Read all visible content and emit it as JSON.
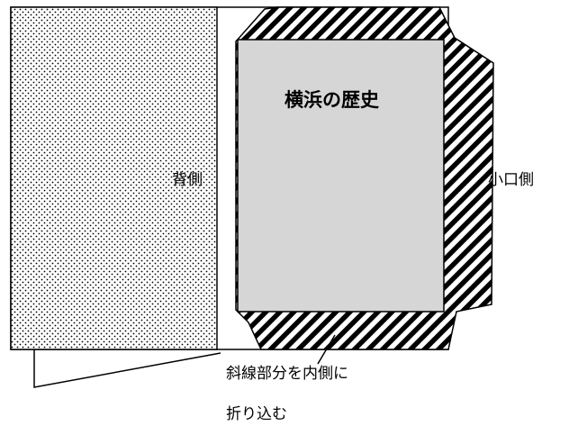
{
  "diagram": {
    "title": "横浜の歴史",
    "spine_label": "背側",
    "fore_edge_label": "小口側",
    "instruction_line1": "斜線部分を内側に",
    "instruction_line2": "折り込む"
  },
  "colors": {
    "stroke": "#000000",
    "book_fill": "#d6d6d6",
    "dot": "#000000",
    "hatch": "#000000"
  },
  "pattern_names": [
    "dot-pattern",
    "diagonal-hatch-pattern"
  ]
}
